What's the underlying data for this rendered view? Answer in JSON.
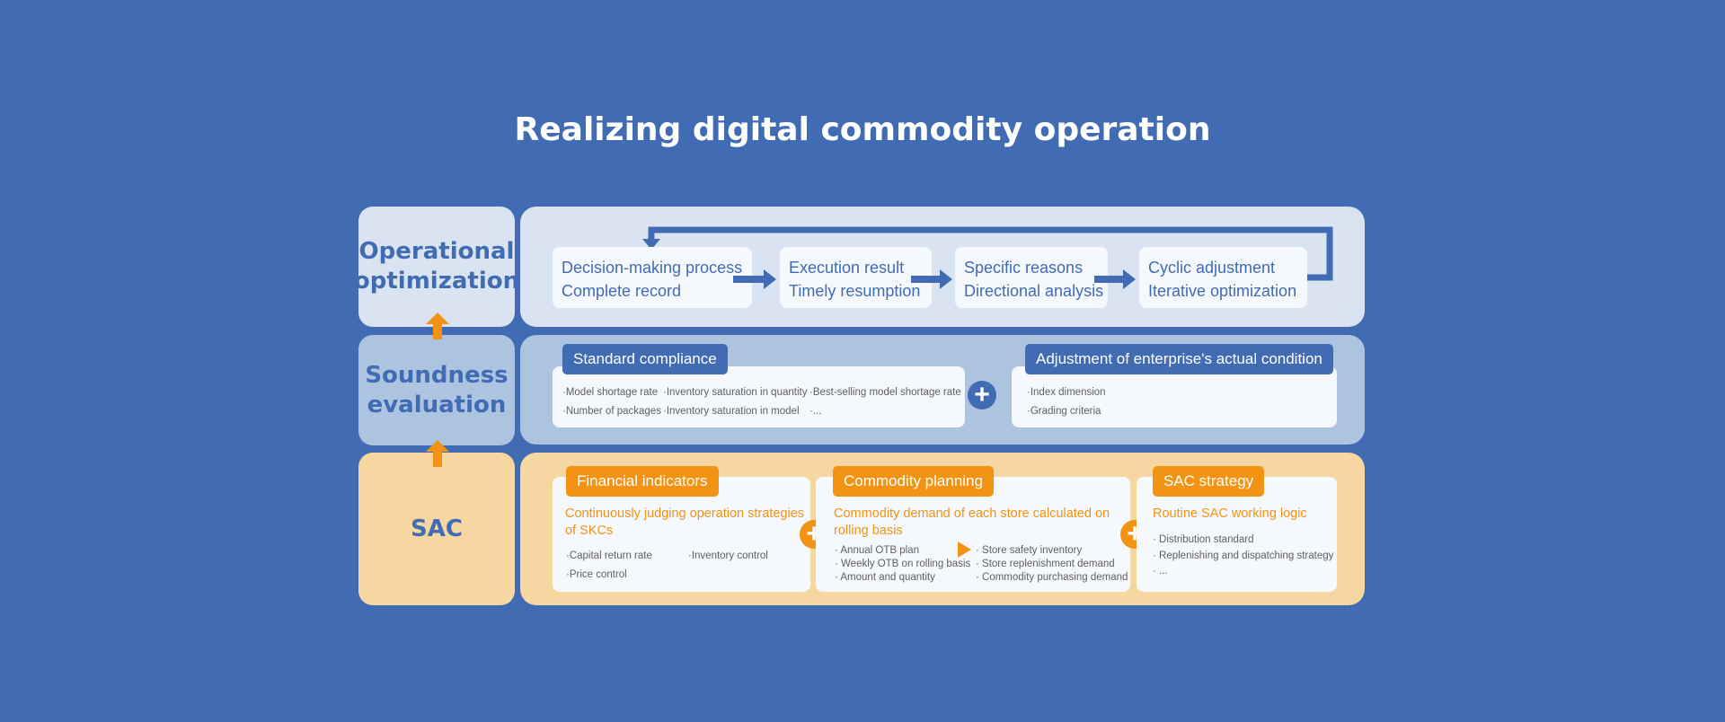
{
  "title": "Realizing digital commodity operation",
  "colors": {
    "background": "#416cb3",
    "blue": "#416cb3",
    "orange": "#f39313",
    "light_blue_panel": "#d9e3f2",
    "mid_blue_panel": "#adc4e1",
    "beige_panel": "#f6d7a2",
    "card": "#f5f8fd"
  },
  "layers": {
    "operational": {
      "label": "Operational\noptimization",
      "steps": [
        {
          "line1": "Decision-making process",
          "line2": "Complete record"
        },
        {
          "line1": "Execution result",
          "line2": "Timely resumption"
        },
        {
          "line1": "Specific reasons",
          "line2": "Directional analysis"
        },
        {
          "line1": "Cyclic adjustment",
          "line2": "Iterative optimization"
        }
      ]
    },
    "soundness": {
      "label": "Soundness\nevaluation",
      "standard": {
        "tag": "Standard compliance",
        "items": [
          "·Model shortage rate",
          "·Inventory saturation in quantity",
          "·Best-selling model shortage rate",
          "·Number of packages",
          "·Inventory saturation in model",
          "·..."
        ]
      },
      "adjustment": {
        "tag": "Adjustment of enterprise's actual condition",
        "items": [
          "·Index dimension",
          "·Grading criteria"
        ]
      }
    },
    "sac": {
      "label": "SAC",
      "financial": {
        "tag": "Financial indicators",
        "desc": "Continuously judging operation strategies of SKCs",
        "items": [
          "·Capital return rate",
          "·Inventory control",
          "·Price control"
        ]
      },
      "planning": {
        "tag": "Commodity planning",
        "desc": "Commodity demand of each store calculated on rolling basis",
        "left_items": [
          "· Annual OTB plan",
          "· Weekly OTB on rolling basis",
          "· Amount and quantity"
        ],
        "right_items": [
          "· Store safety inventory",
          "· Store replenishment demand",
          "· Commodity purchasing demand"
        ]
      },
      "strategy": {
        "tag": "SAC strategy",
        "desc": "Routine SAC working logic",
        "items": [
          "· Distribution standard",
          "· Replenishing and dispatching strategy",
          "· ..."
        ]
      }
    }
  }
}
